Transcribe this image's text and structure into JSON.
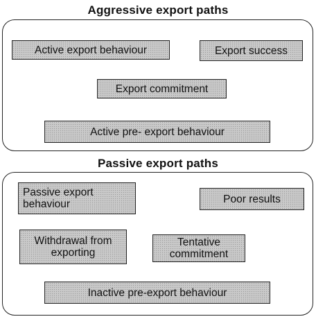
{
  "aggressive": {
    "title": "Aggressive export paths",
    "active_export_behaviour": "Active export behaviour",
    "export_success": "Export success",
    "export_commitment": "Export commitment",
    "active_pre_export": "Active pre- export behaviour"
  },
  "passive": {
    "title": "Passive export paths",
    "passive_export_behaviour": "Passive export behaviour",
    "poor_results": "Poor results",
    "withdrawal": "Withdrawal from exporting",
    "tentative_commitment": "Tentative commitment",
    "inactive_pre_export": "Inactive pre-export behaviour"
  }
}
